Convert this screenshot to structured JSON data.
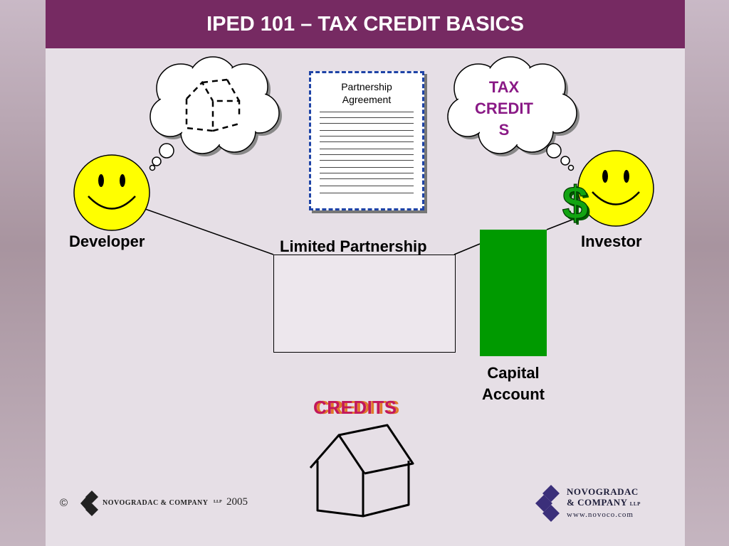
{
  "slide": {
    "title": "IPED 101 – TAX CREDIT BASICS"
  },
  "diagram": {
    "developer_label": "Developer",
    "investor_label": "Investor",
    "partnership_label": "Limited Partnership",
    "capital_label_line1": "Capital",
    "capital_label_line2": "Account",
    "agreement_line1": "Partnership",
    "agreement_line2": "Agreement",
    "tax_credits_line1": "TAX",
    "tax_credits_line2": "CREDIT",
    "tax_credits_line3": "S",
    "dollar_sign": "$",
    "credits_front": "CREDITS",
    "credits_back": "CREDITS"
  },
  "footer": {
    "copyright_symbol": "©",
    "company_left": "NOVOGRADAC & COMPANY",
    "company_left_suffix": "LLP",
    "year": "2005",
    "logo_line1": "NOVOGRADAC",
    "logo_line2": "& COMPANY",
    "logo_suffix": "LLP",
    "website": "www.novoco.com"
  },
  "colors": {
    "title_bar": "#762a62",
    "capital_account": "#009a00",
    "agreement_border": "#1e43a6",
    "tax_credits_text": "#8a1a86",
    "credits_front": "#c2185b",
    "credits_back": "#e07a2a",
    "smiley": "#ffff00",
    "footer_logo": "#3b2f7a"
  },
  "icons": [
    "smiley-face-icon",
    "thought-cloud-icon",
    "house-outline-icon",
    "dashed-house-icon",
    "dollar-icon",
    "diamond-logo-icon"
  ]
}
